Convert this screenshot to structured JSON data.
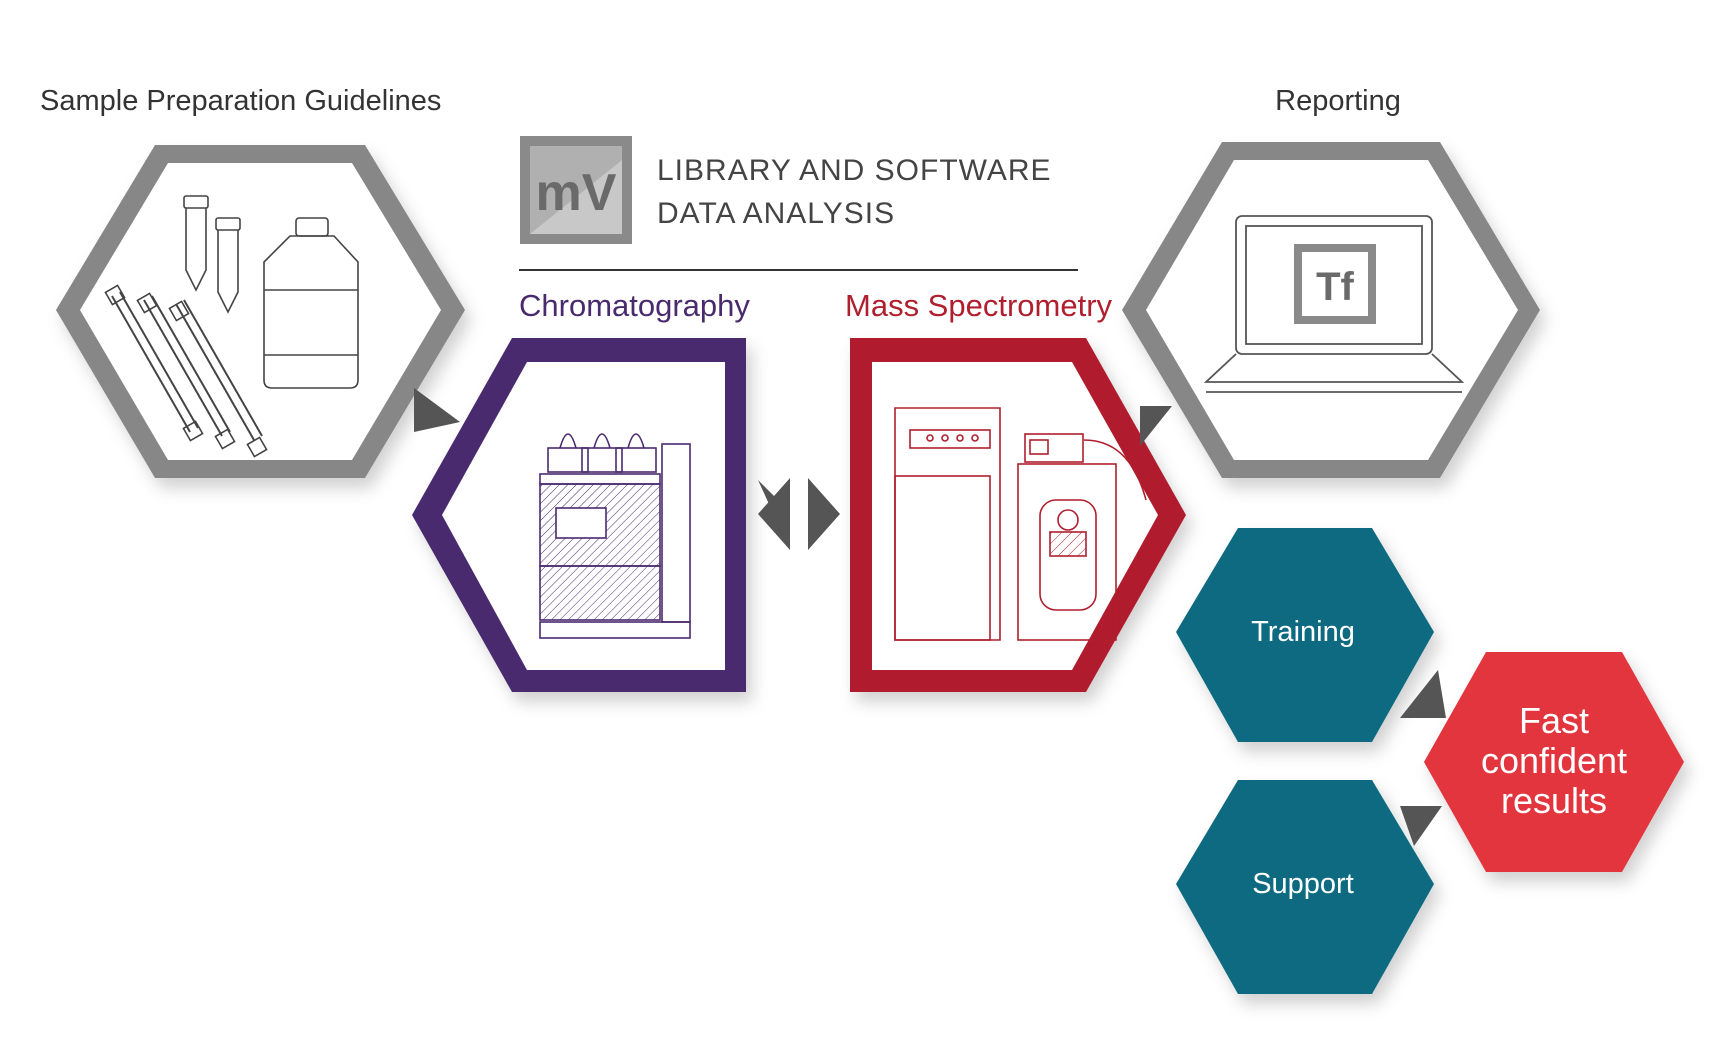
{
  "labels": {
    "sample_prep": "Sample Preparation Guidelines",
    "reporting": "Reporting",
    "library_line1": "LIBRARY AND SOFTWARE",
    "library_line2": "DATA ANALYSIS",
    "chromatography": "Chromatography",
    "mass_spec": "Mass Spectrometry",
    "training": "Training",
    "support": "Support",
    "results_line1": "Fast",
    "results_line2": "confident",
    "results_line3": "results"
  },
  "logos": {
    "software_logo_text": "mV",
    "reporting_logo_text": "Tf"
  },
  "colors": {
    "gray_hex": "#878787",
    "purple": "#4a2a6e",
    "red": "#b01f2e",
    "teal": "#0b6a80",
    "bright_red": "#e2343d",
    "arrow": "#555555",
    "text_dark": "#333333"
  }
}
